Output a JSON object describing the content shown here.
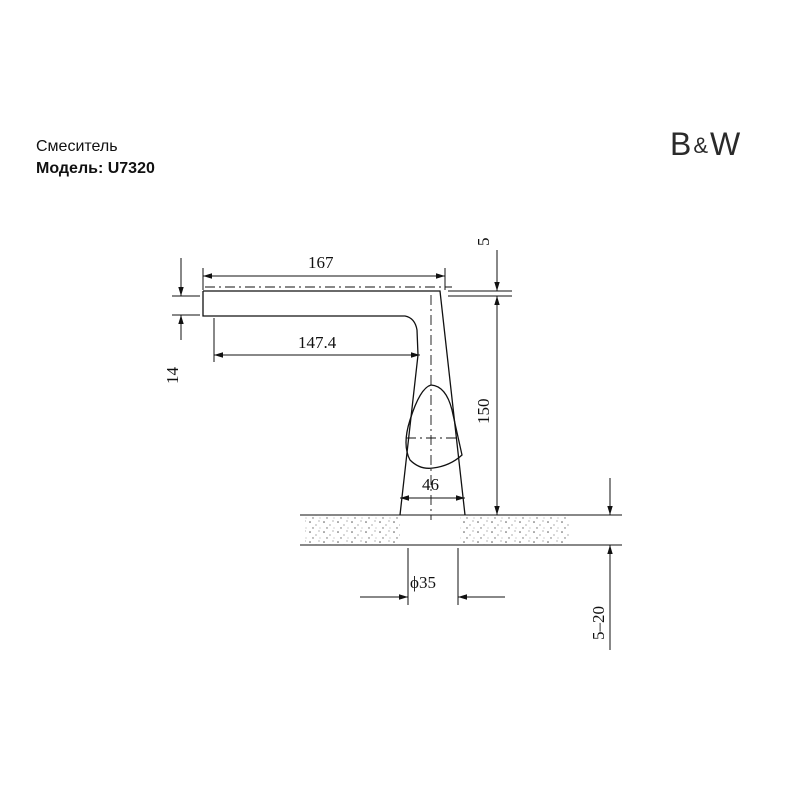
{
  "header": {
    "product_type": "Смеситель",
    "model_line": "Модель: U7320"
  },
  "logo": {
    "left": "B",
    "amp": "&",
    "right": "W"
  },
  "dimensions": {
    "spout_length": "167",
    "spout_reach": "147.4",
    "spout_thickness": "14",
    "top_offset": "5",
    "height": "150",
    "base_width": "46",
    "hole_diameter": "ϕ35",
    "countertop_thickness": "5–20"
  }
}
